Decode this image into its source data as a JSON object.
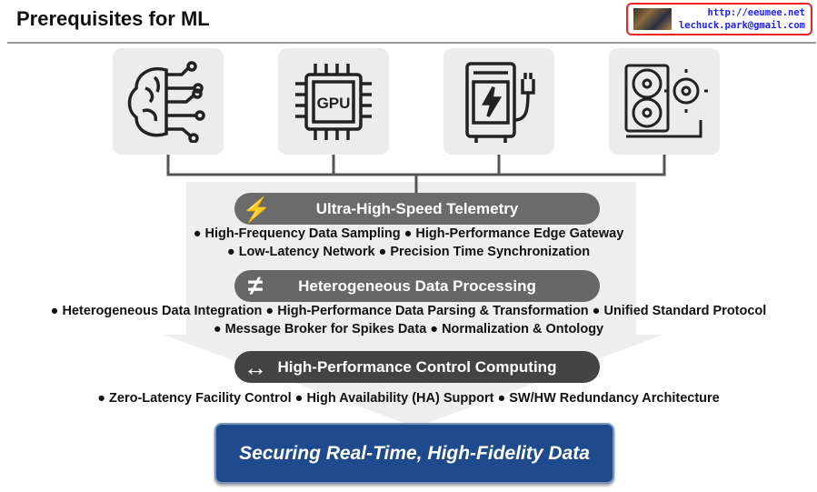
{
  "header": {
    "title": "Prerequisites for ML",
    "url": "http://eeumee.net",
    "email": "lechuck.park@gmail.com"
  },
  "icons": [
    "brain-circuit-icon",
    "gpu-chip-icon",
    "power-supply-icon",
    "cooling-fans-icon"
  ],
  "icon_labels": {
    "gpu": "GPU"
  },
  "sections": [
    {
      "title": "Ultra-High-Speed Telemetry",
      "lines": [
        "● High-Frequency Data Sampling  ● High-Performance Edge Gateway",
        "● Low-Latency Network ● Precision Time Synchronization"
      ]
    },
    {
      "title": "Heterogeneous Data Processing",
      "lines": [
        "● Heterogeneous Data Integration ● High-Performance Data Parsing & Transformation  ● Unified Standard Protocol",
        "● Message Broker for Spikes Data ● Normalization & Ontology"
      ]
    },
    {
      "title": "High-Performance Control Computing",
      "lines": [
        "● Zero-Latency Facility Control ● High Availability (HA) Support  ● SW/HW Redundancy Architecture"
      ]
    }
  ],
  "result": "Securing Real-Time, High-Fidelity Data",
  "colors": {
    "pill1": "#6b6b6b",
    "pill2": "#676767",
    "pill3": "#444444",
    "result": "#1f4b8e"
  }
}
